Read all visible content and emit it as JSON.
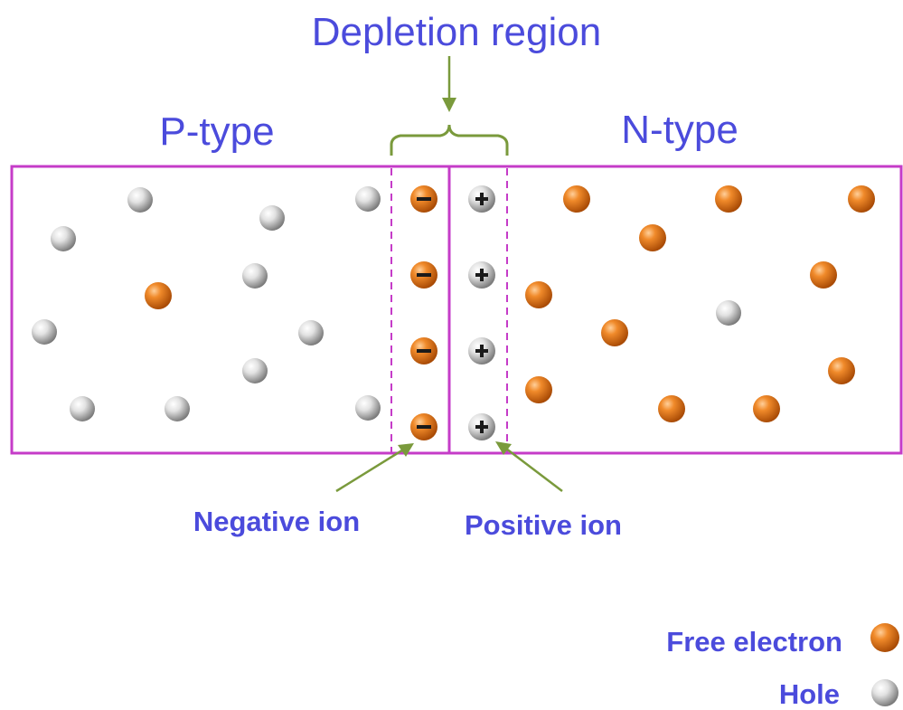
{
  "labels": {
    "depletion_region": "Depletion region",
    "p_type": "P-type",
    "n_type": "N-type",
    "negative_ion": "Negative ion",
    "positive_ion": "Positive ion"
  },
  "legend": {
    "free_electron": "Free electron",
    "hole": "Hole"
  },
  "symbols": {
    "negative": "−",
    "positive": "+"
  },
  "colors": {
    "label_text": "#4b4bdc",
    "box_border": "#c53cc8",
    "arrow_green": "#7a9a3c",
    "electron": "#e06a10",
    "hole": "#d8d8d8"
  }
}
